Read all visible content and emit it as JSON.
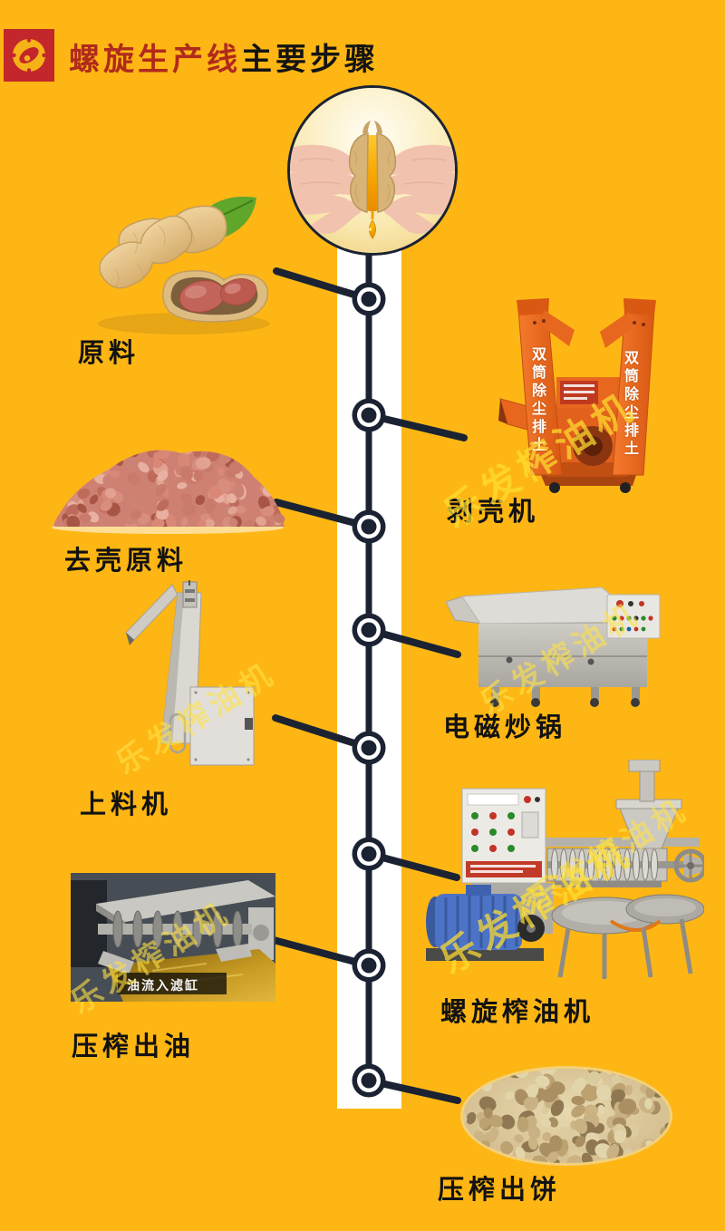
{
  "page": {
    "background_color": "#FDB614",
    "band_color": "#FFFFFF",
    "line_color": "#1B2333",
    "accent_red": "#B02A1C"
  },
  "header": {
    "logo": "peanut-compass-logo",
    "title_red": "螺旋生产线",
    "title_black": "主要步骤"
  },
  "hero": {
    "image": "hands-splitting-peanut-with-oil-drop"
  },
  "watermark_text": "乐发榨油机",
  "machine_texts": {
    "sheller_tower_left": "双筒除尘排土",
    "sheller_tower_right": "双筒除尘排土",
    "oil_photo_caption": "油流入滤缸"
  },
  "steps": [
    {
      "label": "原料",
      "side": "left",
      "image": "raw-peanuts-in-shell"
    },
    {
      "label": "剥壳机",
      "side": "right",
      "image": "orange-sheller-machine"
    },
    {
      "label": "去壳原料",
      "side": "left",
      "image": "shelled-peanut-kernels-pile"
    },
    {
      "label": "电磁炒锅",
      "side": "right",
      "image": "electromagnetic-roasting-machine"
    },
    {
      "label": "上料机",
      "side": "left",
      "image": "elevator-feeder-machine"
    },
    {
      "label": "螺旋榨油机",
      "side": "right",
      "image": "screw-oil-press-machine"
    },
    {
      "label": "压榨出油",
      "side": "left",
      "image": "oil-pressing-closeup-photo"
    },
    {
      "label": "压榨出饼",
      "side": "right",
      "image": "pressed-oil-cake-flakes"
    }
  ]
}
